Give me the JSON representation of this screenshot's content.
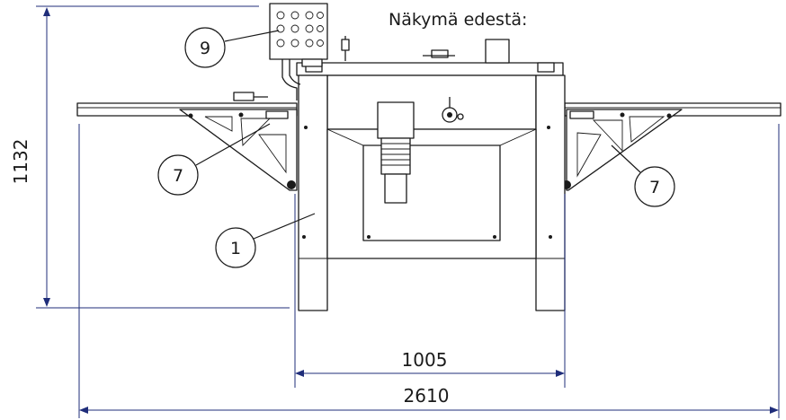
{
  "view_title": "Näkymä edestä:",
  "dimensions": {
    "height": "1132",
    "inner_width": "1005",
    "total_width": "2610"
  },
  "callouts": {
    "control_panel": "9",
    "left_table": "7",
    "right_table": "7",
    "base": "1"
  },
  "colors": {
    "dimension_lines": "#1f2d7a",
    "drawing_ink": "#1a1a1a",
    "background": "#ffffff"
  }
}
